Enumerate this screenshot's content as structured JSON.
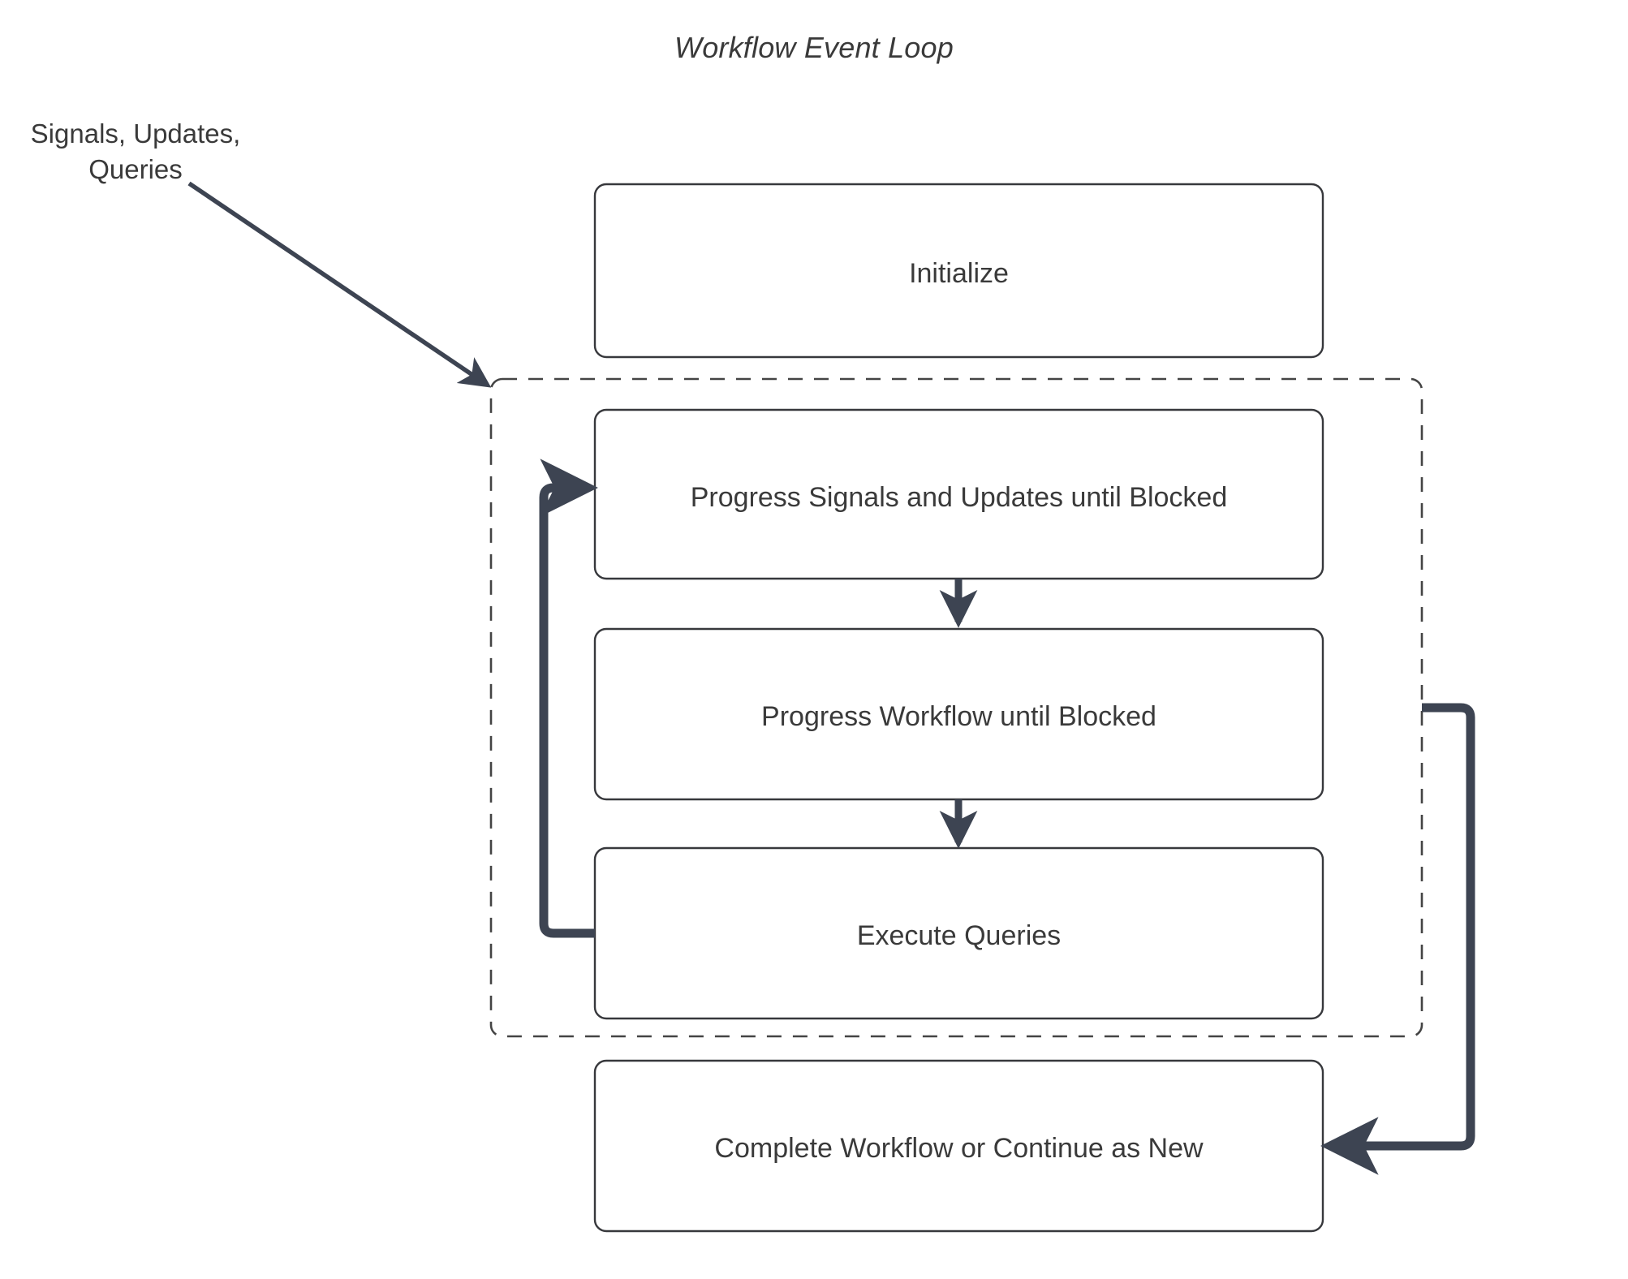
{
  "diagram": {
    "title": "Workflow Event Loop",
    "external_input_label": "Signals, Updates,\nQueries",
    "external_input_line1": "Signals, Updates,",
    "external_input_line2": "Queries",
    "colors": {
      "node_border": "#37383c",
      "node_fill": "#ffffff",
      "edge": "#3d4452",
      "text": "#3a3a3a",
      "group_border": "#444444",
      "background": "#ffffff"
    },
    "group": {
      "name": "event-loop-group",
      "border_style": "dashed"
    },
    "nodes": [
      {
        "id": "initialize",
        "label": "Initialize"
      },
      {
        "id": "progress-signals-updates",
        "label": "Progress Signals and Updates until Blocked"
      },
      {
        "id": "progress-workflow",
        "label": "Progress Workflow until Blocked"
      },
      {
        "id": "execute-queries",
        "label": "Execute Queries"
      },
      {
        "id": "complete-workflow",
        "label": "Complete Workflow or Continue as New"
      }
    ],
    "edges": [
      {
        "from": "external-input",
        "to": "event-loop-group",
        "label": "Signals, Updates, Queries",
        "style": "thin-diagonal-arrow"
      },
      {
        "from": "progress-signals-updates",
        "to": "progress-workflow",
        "style": "down-arrow"
      },
      {
        "from": "progress-workflow",
        "to": "execute-queries",
        "style": "down-arrow"
      },
      {
        "from": "execute-queries",
        "to": "progress-signals-updates",
        "style": "loop-left-arrow"
      },
      {
        "from": "event-loop-group",
        "to": "complete-workflow",
        "style": "loop-right-arrow"
      }
    ]
  }
}
